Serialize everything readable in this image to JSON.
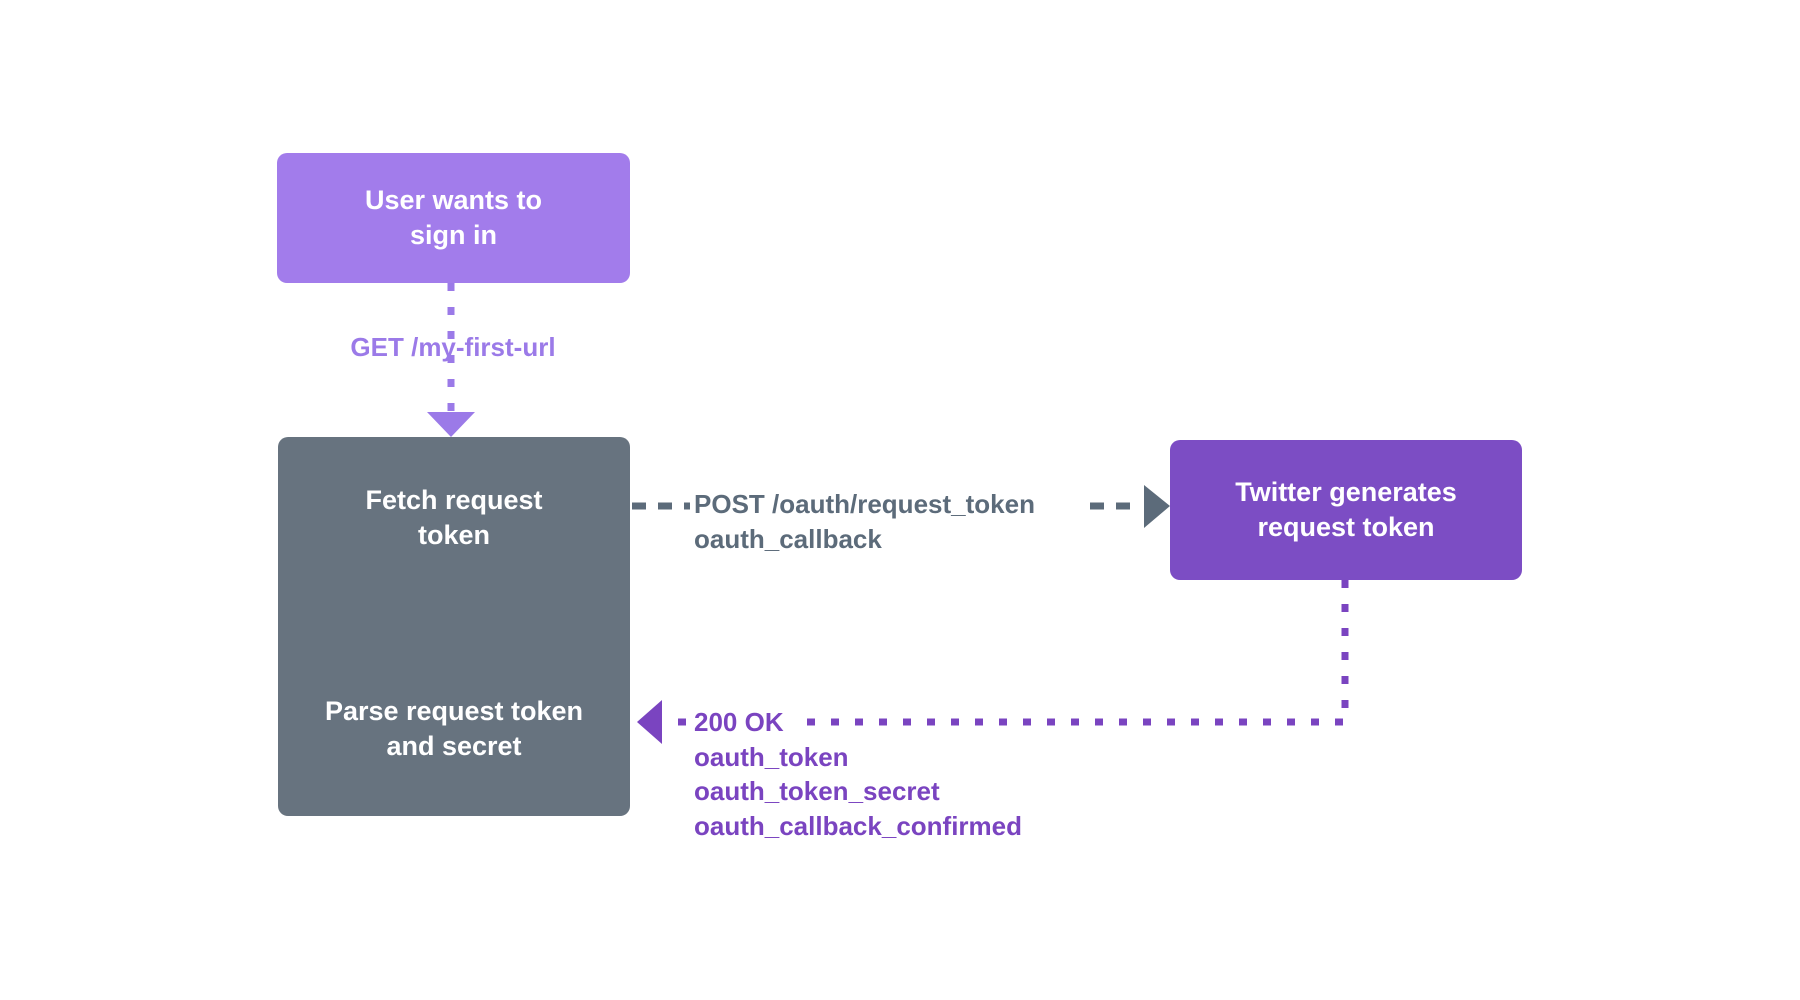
{
  "diagram": {
    "title": "Twitter OAuth request token flow",
    "background_color": "#ffffff",
    "colors": {
      "user_node": "#a27ceb",
      "app_node": "#67737f",
      "twitter_node": "#7c4dc4",
      "get_label": "#9b7ae8",
      "post_label": "#5c6b7a",
      "response_label": "#7a44c0"
    }
  },
  "nodes": {
    "user": {
      "label": "User wants to\nsign in",
      "color": "#a27ceb"
    },
    "app": {
      "label_top": "Fetch request\ntoken",
      "label_bottom": "Parse request token\nand secret",
      "color": "#67737f"
    },
    "twitter": {
      "label": "Twitter generates\nrequest token",
      "color": "#7c4dc4"
    }
  },
  "edges": {
    "user_to_app": {
      "label": "GET /my-first-url",
      "color": "#9b7ae8",
      "style": "dotted",
      "direction": "down",
      "arrowhead": "down"
    },
    "app_to_twitter": {
      "label": "POST /oauth/request_token\noauth_callback",
      "color": "#5c6b7a",
      "style": "dashed",
      "direction": "right",
      "arrowhead": "right"
    },
    "twitter_to_app": {
      "label": "200 OK\noauth_token\noauth_token_secret\noauth_callback_confirmed",
      "color": "#7a44c0",
      "style": "dotted",
      "direction": "left",
      "arrowhead": "left"
    }
  }
}
